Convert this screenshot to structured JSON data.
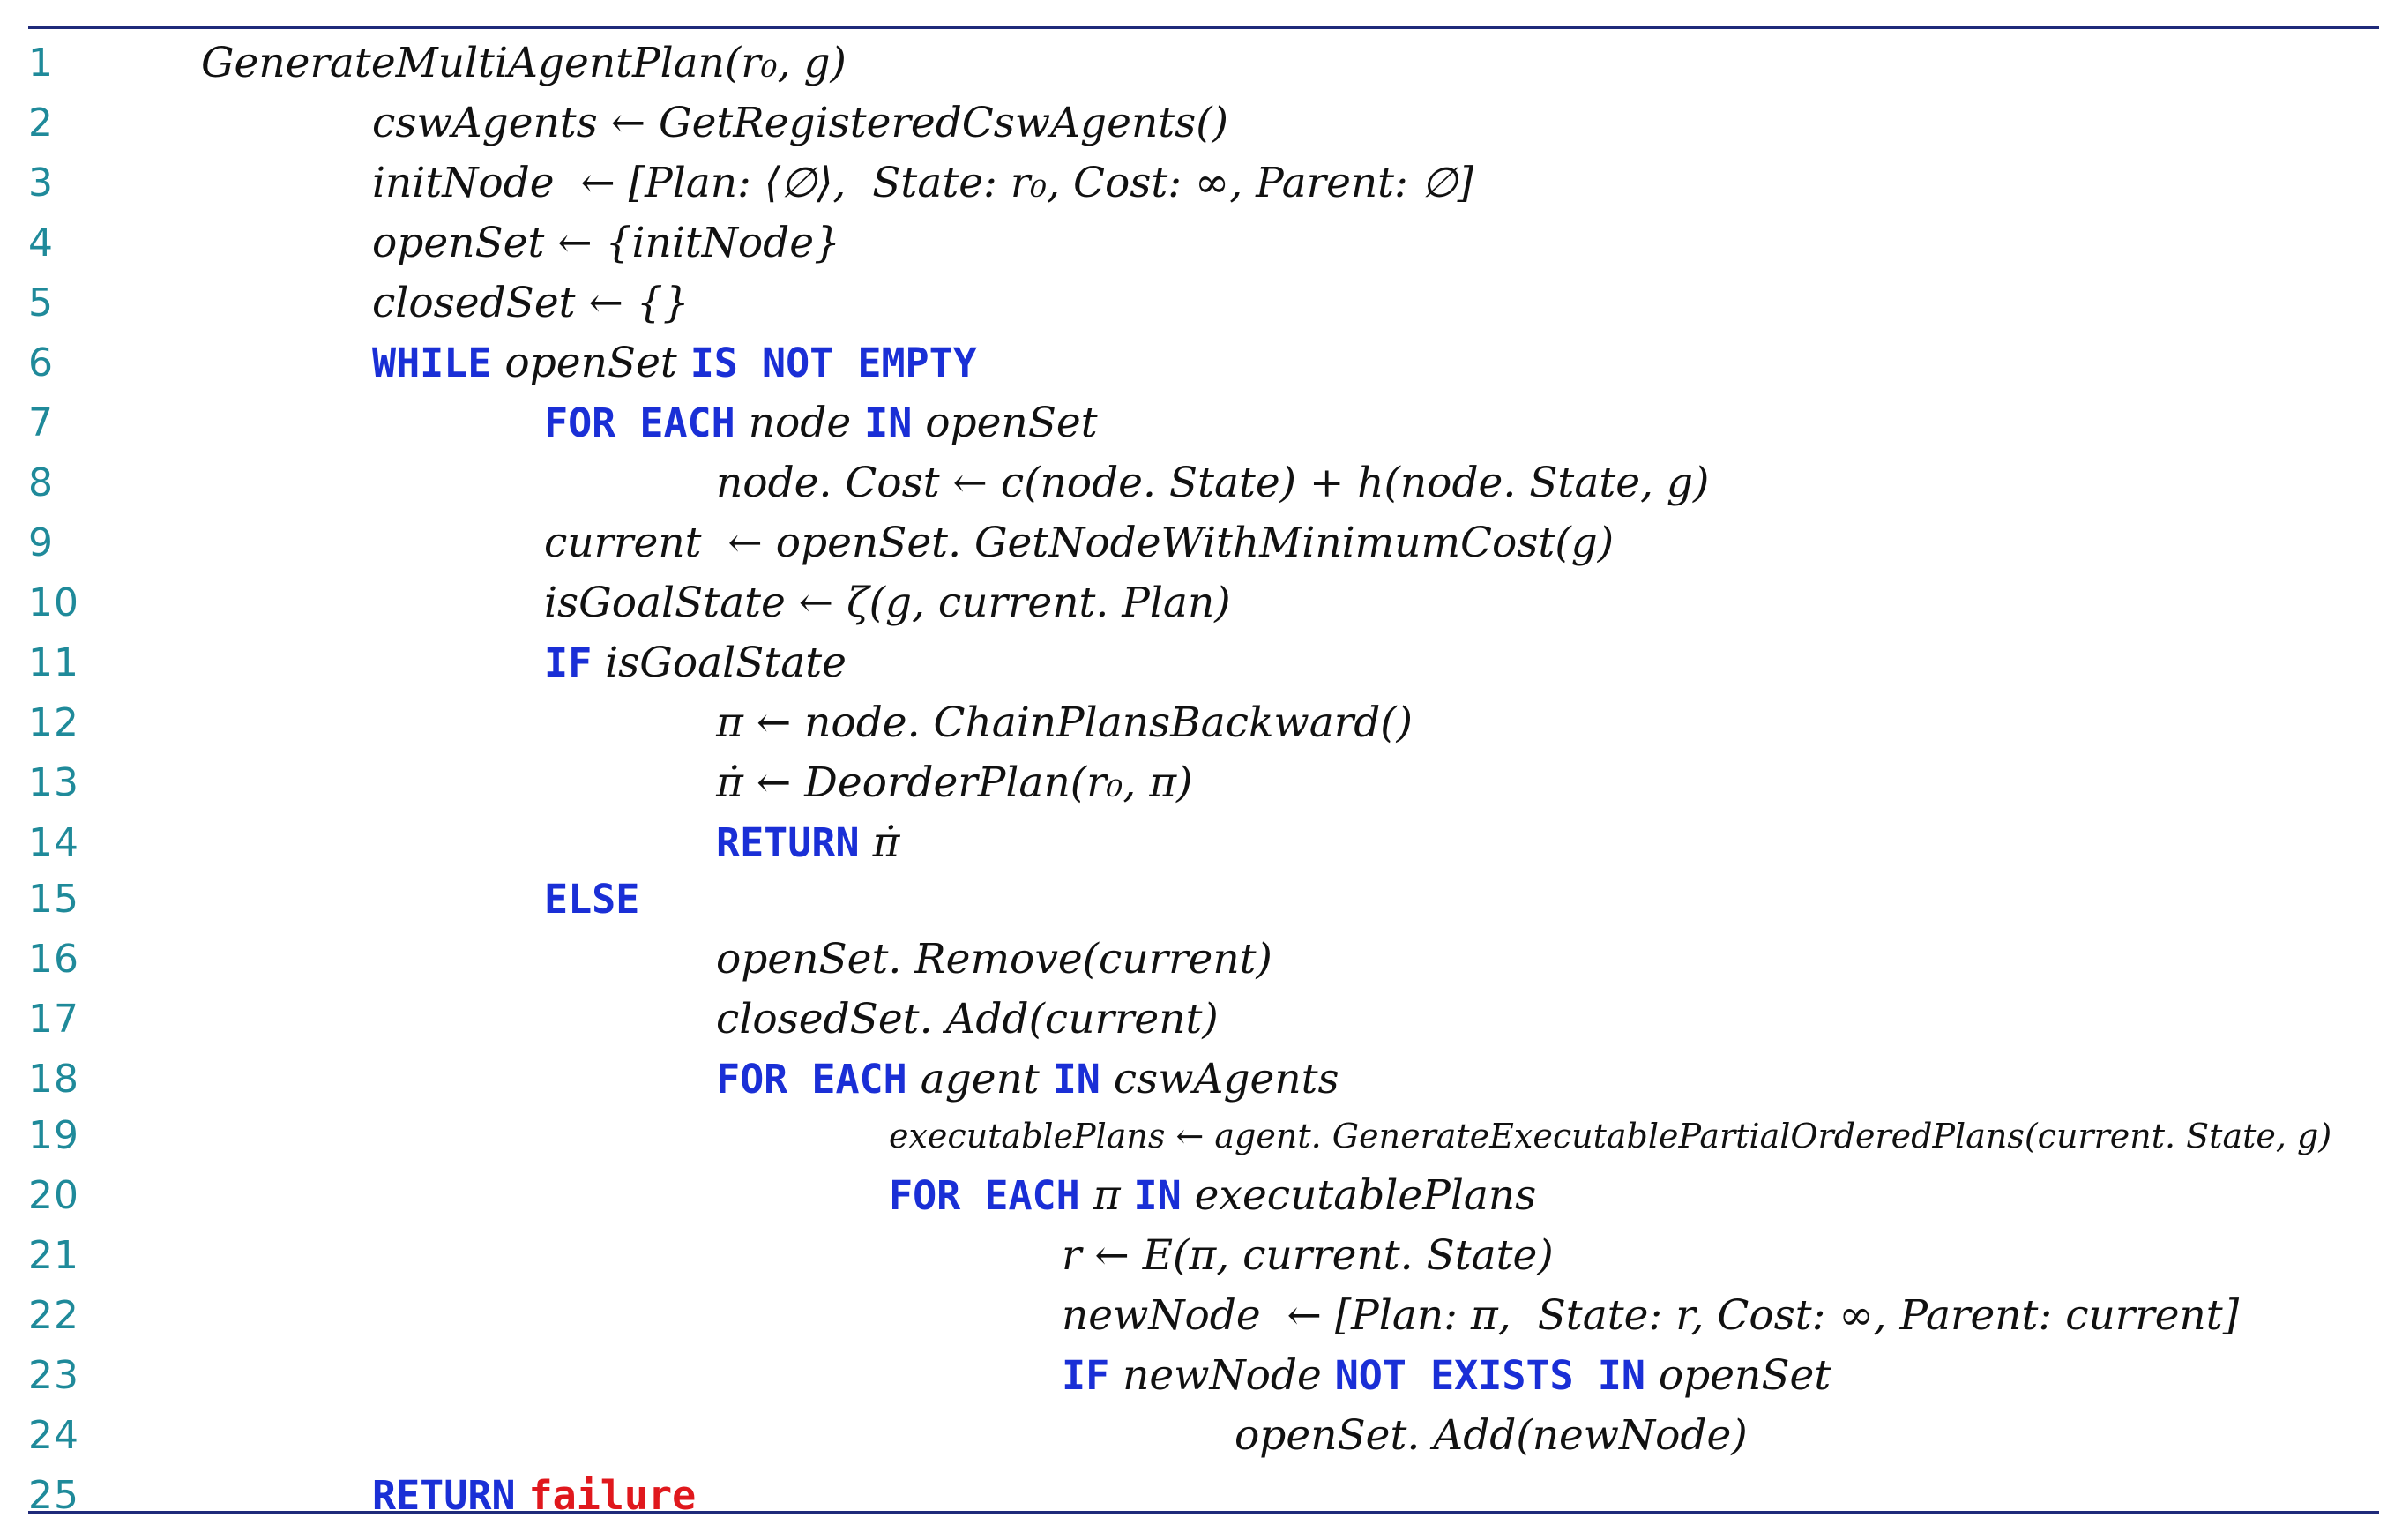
{
  "lines": [
    {
      "n": "1",
      "indent": 0,
      "parts": [
        {
          "k": "t",
          "v": "GenerateMultiAgentPlan(r₀, g)"
        }
      ]
    },
    {
      "n": "2",
      "indent": 1,
      "parts": [
        {
          "k": "t",
          "v": "cswAgents ← GetRegisteredCswAgents()"
        }
      ]
    },
    {
      "n": "3",
      "indent": 1,
      "parts": [
        {
          "k": "t",
          "v": "initNode  ← [Plan: ⟨∅⟩,  State: r₀, Cost: ∞, Parent: ∅]"
        }
      ]
    },
    {
      "n": "4",
      "indent": 1,
      "parts": [
        {
          "k": "t",
          "v": "openSet ← {initNode}"
        }
      ]
    },
    {
      "n": "5",
      "indent": 1,
      "parts": [
        {
          "k": "t",
          "v": "closedSet ← {}"
        }
      ]
    },
    {
      "n": "6",
      "indent": 1,
      "parts": [
        {
          "k": "kw",
          "v": "WHILE"
        },
        {
          "k": "t",
          "v": " openSet "
        },
        {
          "k": "kw",
          "v": "IS NOT EMPTY"
        }
      ]
    },
    {
      "n": "7",
      "indent": 2,
      "parts": [
        {
          "k": "kw",
          "v": "FOR EACH"
        },
        {
          "k": "t",
          "v": " node "
        },
        {
          "k": "kw",
          "v": "IN"
        },
        {
          "k": "t",
          "v": " openSet"
        }
      ]
    },
    {
      "n": "8",
      "indent": 3,
      "parts": [
        {
          "k": "t",
          "v": "node. Cost ← c(node. State) + h(node. State, g)"
        }
      ]
    },
    {
      "n": "9",
      "indent": 2,
      "parts": [
        {
          "k": "t",
          "v": "current  ← openSet. GetNodeWithMinimumCost(g)"
        }
      ]
    },
    {
      "n": "10",
      "indent": 2,
      "parts": [
        {
          "k": "t",
          "v": "isGoalState ← ζ(g, current. Plan)"
        }
      ]
    },
    {
      "n": "11",
      "indent": 2,
      "parts": [
        {
          "k": "kw",
          "v": "IF"
        },
        {
          "k": "t",
          "v": " isGoalState"
        }
      ]
    },
    {
      "n": "12",
      "indent": 3,
      "parts": [
        {
          "k": "t",
          "v": "π ← node. ChainPlansBackward()"
        }
      ]
    },
    {
      "n": "13",
      "indent": 3,
      "parts": [
        {
          "k": "t",
          "v": "π̇ ← DeorderPlan(r₀, π)"
        }
      ]
    },
    {
      "n": "14",
      "indent": 3,
      "parts": [
        {
          "k": "kw",
          "v": "RETURN"
        },
        {
          "k": "t",
          "v": " π̇"
        }
      ]
    },
    {
      "n": "15",
      "indent": 2,
      "parts": [
        {
          "k": "kw",
          "v": "ELSE"
        }
      ]
    },
    {
      "n": "16",
      "indent": 3,
      "parts": [
        {
          "k": "t",
          "v": "openSet. Remove(current)"
        }
      ]
    },
    {
      "n": "17",
      "indent": 3,
      "parts": [
        {
          "k": "t",
          "v": "closedSet. Add(current)"
        }
      ]
    },
    {
      "n": "18",
      "indent": 3,
      "parts": [
        {
          "k": "kw",
          "v": "FOR EACH"
        },
        {
          "k": "t",
          "v": " agent "
        },
        {
          "k": "kw",
          "v": "IN"
        },
        {
          "k": "t",
          "v": " cswAgents"
        }
      ]
    },
    {
      "n": "19",
      "indent": 4,
      "small": true,
      "parts": [
        {
          "k": "t",
          "v": "executablePlans ← agent. GenerateExecutablePartialOrderedPlans(current. State, g)"
        }
      ]
    },
    {
      "n": "20",
      "indent": 4,
      "parts": [
        {
          "k": "kw",
          "v": "FOR EACH"
        },
        {
          "k": "t",
          "v": " π "
        },
        {
          "k": "kw",
          "v": "IN"
        },
        {
          "k": "t",
          "v": " executablePlans"
        }
      ]
    },
    {
      "n": "21",
      "indent": 5,
      "parts": [
        {
          "k": "t",
          "v": "r ← E(π, current. State)"
        }
      ]
    },
    {
      "n": "22",
      "indent": 5,
      "parts": [
        {
          "k": "t",
          "v": "newNode  ← [Plan: π,  State: r, Cost: ∞, Parent: current]"
        }
      ]
    },
    {
      "n": "23",
      "indent": 5,
      "parts": [
        {
          "k": "kw",
          "v": "IF"
        },
        {
          "k": "t",
          "v": " newNode "
        },
        {
          "k": "kw",
          "v": "NOT EXISTS IN"
        },
        {
          "k": "t",
          "v": " openSet"
        }
      ]
    },
    {
      "n": "24",
      "indent": 6,
      "parts": [
        {
          "k": "t",
          "v": "openSet. Add(newNode)"
        }
      ]
    },
    {
      "n": "25",
      "indent": 1,
      "parts": [
        {
          "k": "kw",
          "v": "RETURN"
        },
        {
          "k": "t",
          "v": " "
        },
        {
          "k": "fail",
          "v": "failure"
        }
      ]
    }
  ]
}
